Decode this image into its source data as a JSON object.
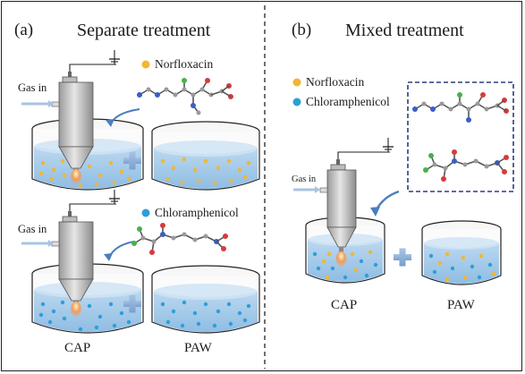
{
  "panel_a": {
    "letter": "(a)",
    "title": "Separate treatment",
    "top_row": {
      "gas_label": "Gas in",
      "legend_label": "Norfloxacin"
    },
    "bottom_row": {
      "gas_label": "Gas in",
      "legend_label": "Chloramphenicol"
    },
    "bottom_labels": {
      "cap": "CAP",
      "paw": "PAW"
    }
  },
  "panel_b": {
    "letter": "(b)",
    "title": "Mixed treatment",
    "legend": [
      {
        "label": "Norfloxacin",
        "color": "#f2b632"
      },
      {
        "label": "Chloramphenicol",
        "color": "#2e9ed8"
      }
    ],
    "gas_label": "Gas in",
    "bottom_labels": {
      "cap": "CAP",
      "paw": "PAW"
    }
  },
  "colors": {
    "norfloxacin_dot": "#f2b632",
    "chloramphenicol_dot": "#2e9ed8",
    "water": "#a9cdea",
    "plus": "#8fb1d6",
    "arrow": "#4a7ebd",
    "box_border": "#2c3e7a"
  },
  "icons": [
    "plasma-jet-icon",
    "ground-symbol-icon",
    "gas-inlet-arrow-icon",
    "plus-icon",
    "curved-arrow-icon",
    "molecule-icon"
  ]
}
